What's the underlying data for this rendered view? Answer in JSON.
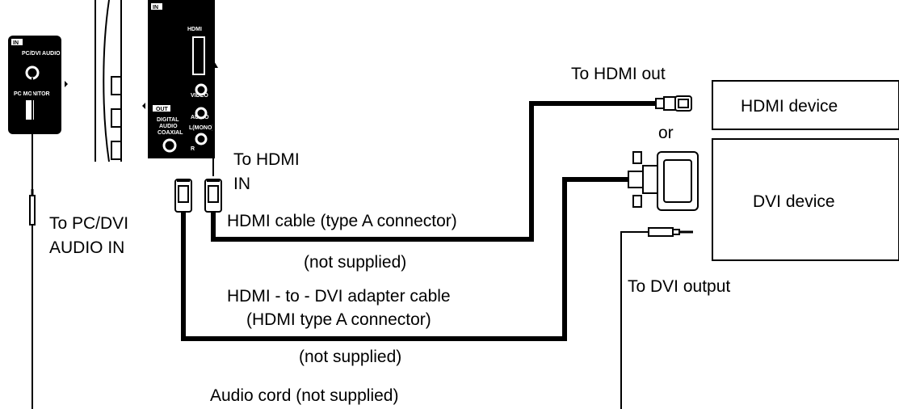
{
  "panel_left": {
    "in_tag": "IN",
    "audio_jack": "PC/DVI AUDIO",
    "monitor": "PC MONITOR"
  },
  "panel_right": {
    "in_tag": "IN",
    "hdmi": "HDMI",
    "video": "VIDEO",
    "audio": "AUDIO",
    "lmono": "L(MONO)",
    "r": "R",
    "out_tag": "OUT",
    "digital1": "DIGITAL",
    "digital2": "AUDIO",
    "digital3": "COAXIAL"
  },
  "labels": {
    "to_hdmi_out": "To HDMI out",
    "hdmi_device": "HDMI device",
    "or": "or",
    "dvi_device": "DVI device",
    "to_hdmi_in_1": "To HDMI",
    "to_hdmi_in_2": "IN",
    "to_pc_audio_1": "To PC/DVI",
    "to_pc_audio_2": "AUDIO IN",
    "hdmi_cable": "HDMI cable (type A connector)",
    "not_supplied_1": "(not supplied)",
    "to_dvi_output": "To DVI output",
    "adapter_1": "HDMI - to - DVI adapter cable",
    "adapter_2": "(HDMI type A connector)",
    "not_supplied_2": "(not supplied)",
    "audio_cord": "Audio cord (not supplied)"
  }
}
